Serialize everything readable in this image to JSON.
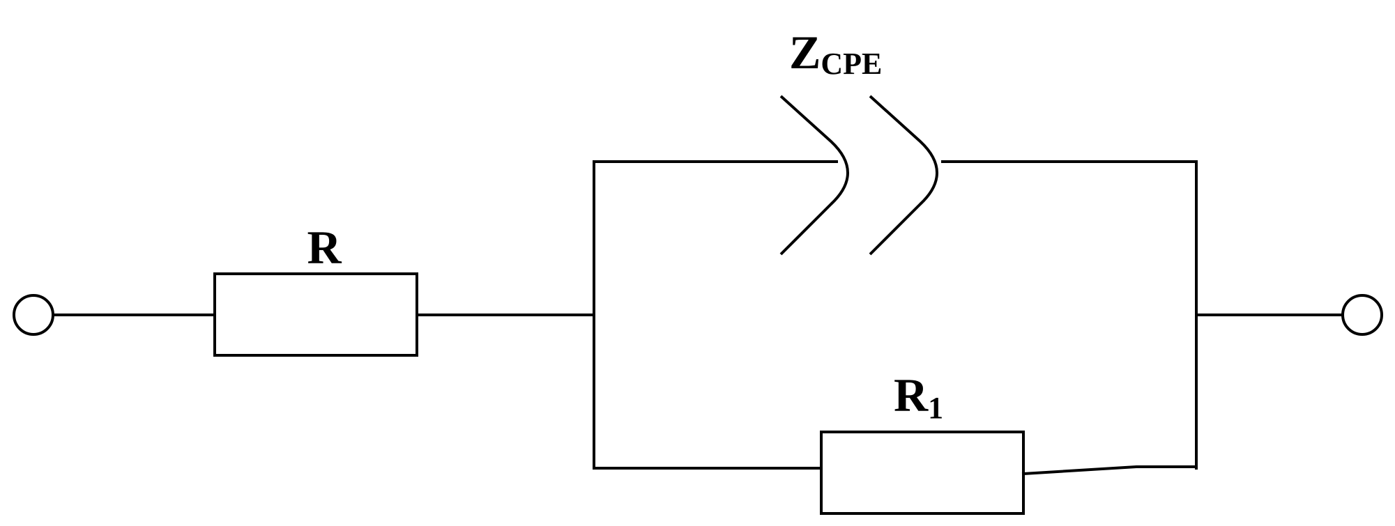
{
  "diagram": {
    "type": "equivalent-circuit",
    "colors": {
      "stroke": "#000000",
      "background": "#ffffff"
    },
    "components": {
      "series_resistor": {
        "symbol": "R"
      },
      "cpe": {
        "symbol": "Z",
        "subscript": "CPE"
      },
      "parallel_resistor": {
        "symbol": "R",
        "subscript": "1"
      }
    }
  }
}
